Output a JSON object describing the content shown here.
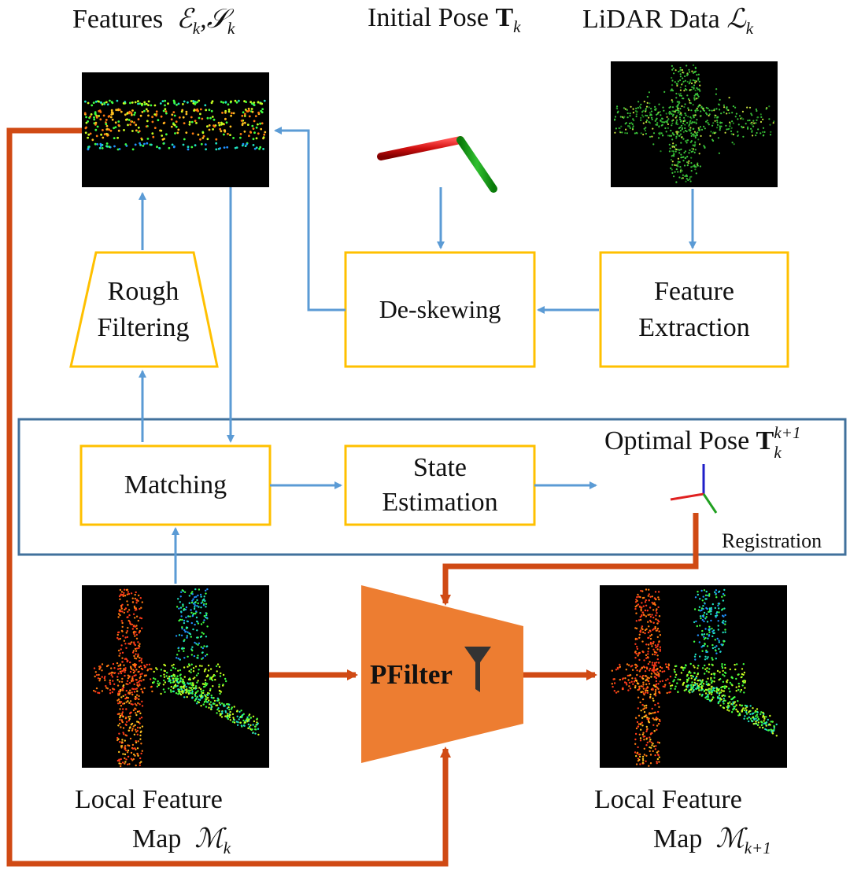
{
  "headings": {
    "features": {
      "text": "Features",
      "math_1": "ℰ",
      "sub_1": "k",
      "sep": ",",
      "math_2": "𝒮",
      "sub_2": "k"
    },
    "initial_pose": {
      "text": "Initial Pose",
      "math": "T",
      "sub": "k"
    },
    "lidar_data": {
      "text": "LiDAR Data",
      "math": "ℒ",
      "sub": "k"
    }
  },
  "boxes": {
    "rough_filtering": "Rough\nFiltering",
    "de_skewing": "De-skewing",
    "feature_extraction": "Feature\nExtraction",
    "matching": "Matching",
    "state_estimation": "State\nEstimation",
    "pfilter": "PFilter"
  },
  "optimal_pose": {
    "text": "Optimal Pose",
    "math": "T",
    "sub": "k",
    "sup": "k+1"
  },
  "registration": "Registration",
  "local_map_k": {
    "line1": "Local Feature",
    "line2": "Map",
    "math": "ℳ",
    "sub": "k"
  },
  "local_map_k1": {
    "line1": "Local Feature",
    "line2": "Map",
    "math": "ℳ",
    "sub": "k+1"
  },
  "colors": {
    "blue_arrow": "#5B9BD5",
    "red_arrow": "#D04A14",
    "box_border": "#FFC000",
    "registration_frame": "#41719C",
    "pfilter_fill": "#ED7D31",
    "axis_x": "#E02020",
    "axis_y": "#20A020",
    "axis_z": "#1F1FC8"
  }
}
